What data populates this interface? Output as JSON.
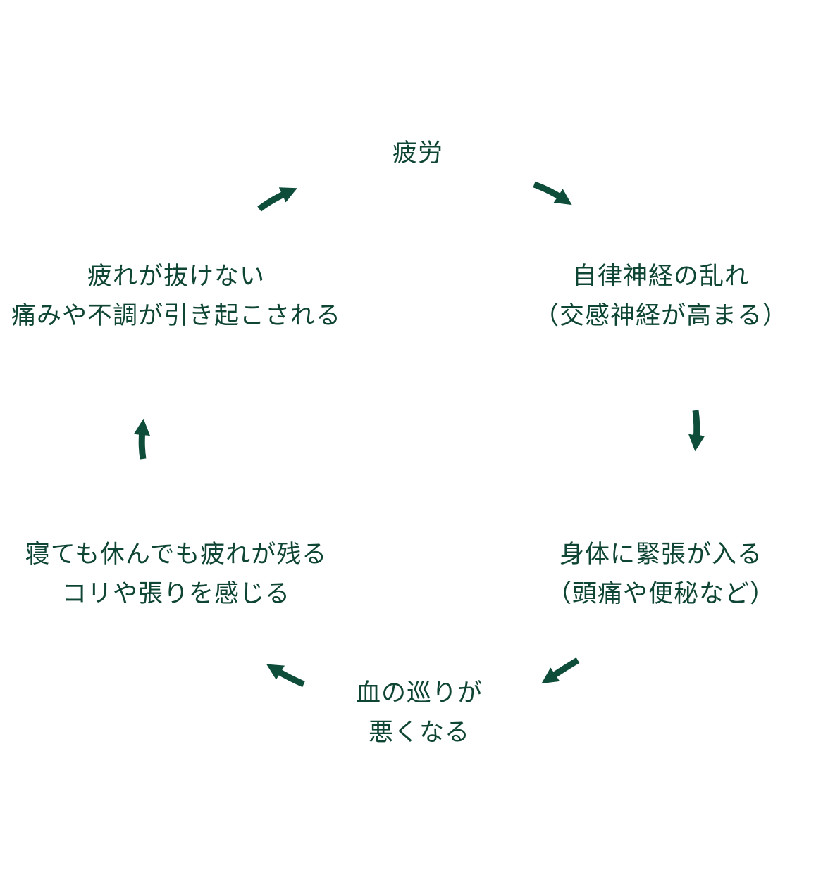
{
  "colors": {
    "text": "#0f4535",
    "arrow": "#0f4d3b",
    "background": "#ffffff"
  },
  "cycle": {
    "fatigue": {
      "line1": "疲労"
    },
    "autonomic": {
      "line1": "自律神経の乱れ",
      "line2": "（交感神経が高まる）"
    },
    "tension": {
      "line1": "身体に緊張が入る",
      "line2": "（頭痛や便秘など）"
    },
    "blood": {
      "line1": "血の巡りが",
      "line2": "悪くなる"
    },
    "residual": {
      "line1": "寝ても休んでも疲れが残る",
      "line2": "コリや張りを感じる"
    },
    "pain": {
      "line1": "疲れが抜けない",
      "line2": "痛みや不調が引き起こされる"
    }
  },
  "arrows": [
    "arrow-right-down-icon",
    "arrow-down-icon",
    "arrow-down-left-icon",
    "arrow-up-left-icon",
    "arrow-up-icon",
    "arrow-up-right-icon"
  ]
}
